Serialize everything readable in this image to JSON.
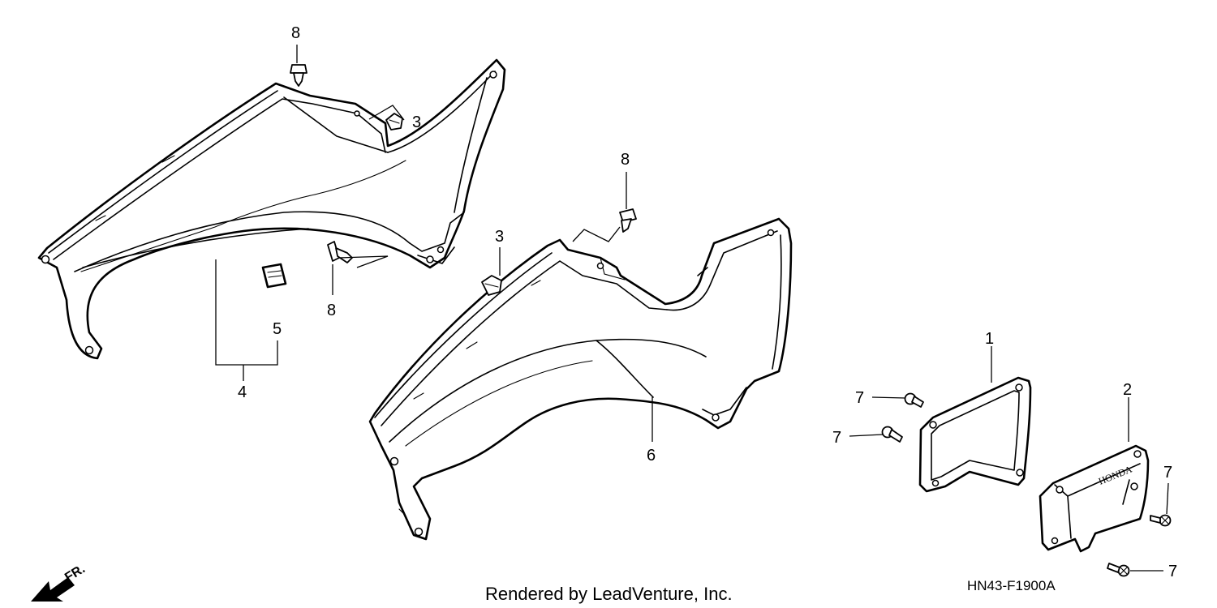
{
  "diagram": {
    "callouts": {
      "c1": "1",
      "c2": "2",
      "c3a": "3",
      "c3b": "3",
      "c4": "4",
      "c5": "5",
      "c6": "6",
      "c7a": "7",
      "c7b": "7",
      "c7c": "7",
      "c7d": "7",
      "c8a": "8",
      "c8b": "8",
      "c8c": "8"
    },
    "brand_mark": "HONDA",
    "front_indicator": "FR.",
    "diagram_code": "HN43-F1900A",
    "credit": "Rendered by LeadVenture, Inc."
  }
}
